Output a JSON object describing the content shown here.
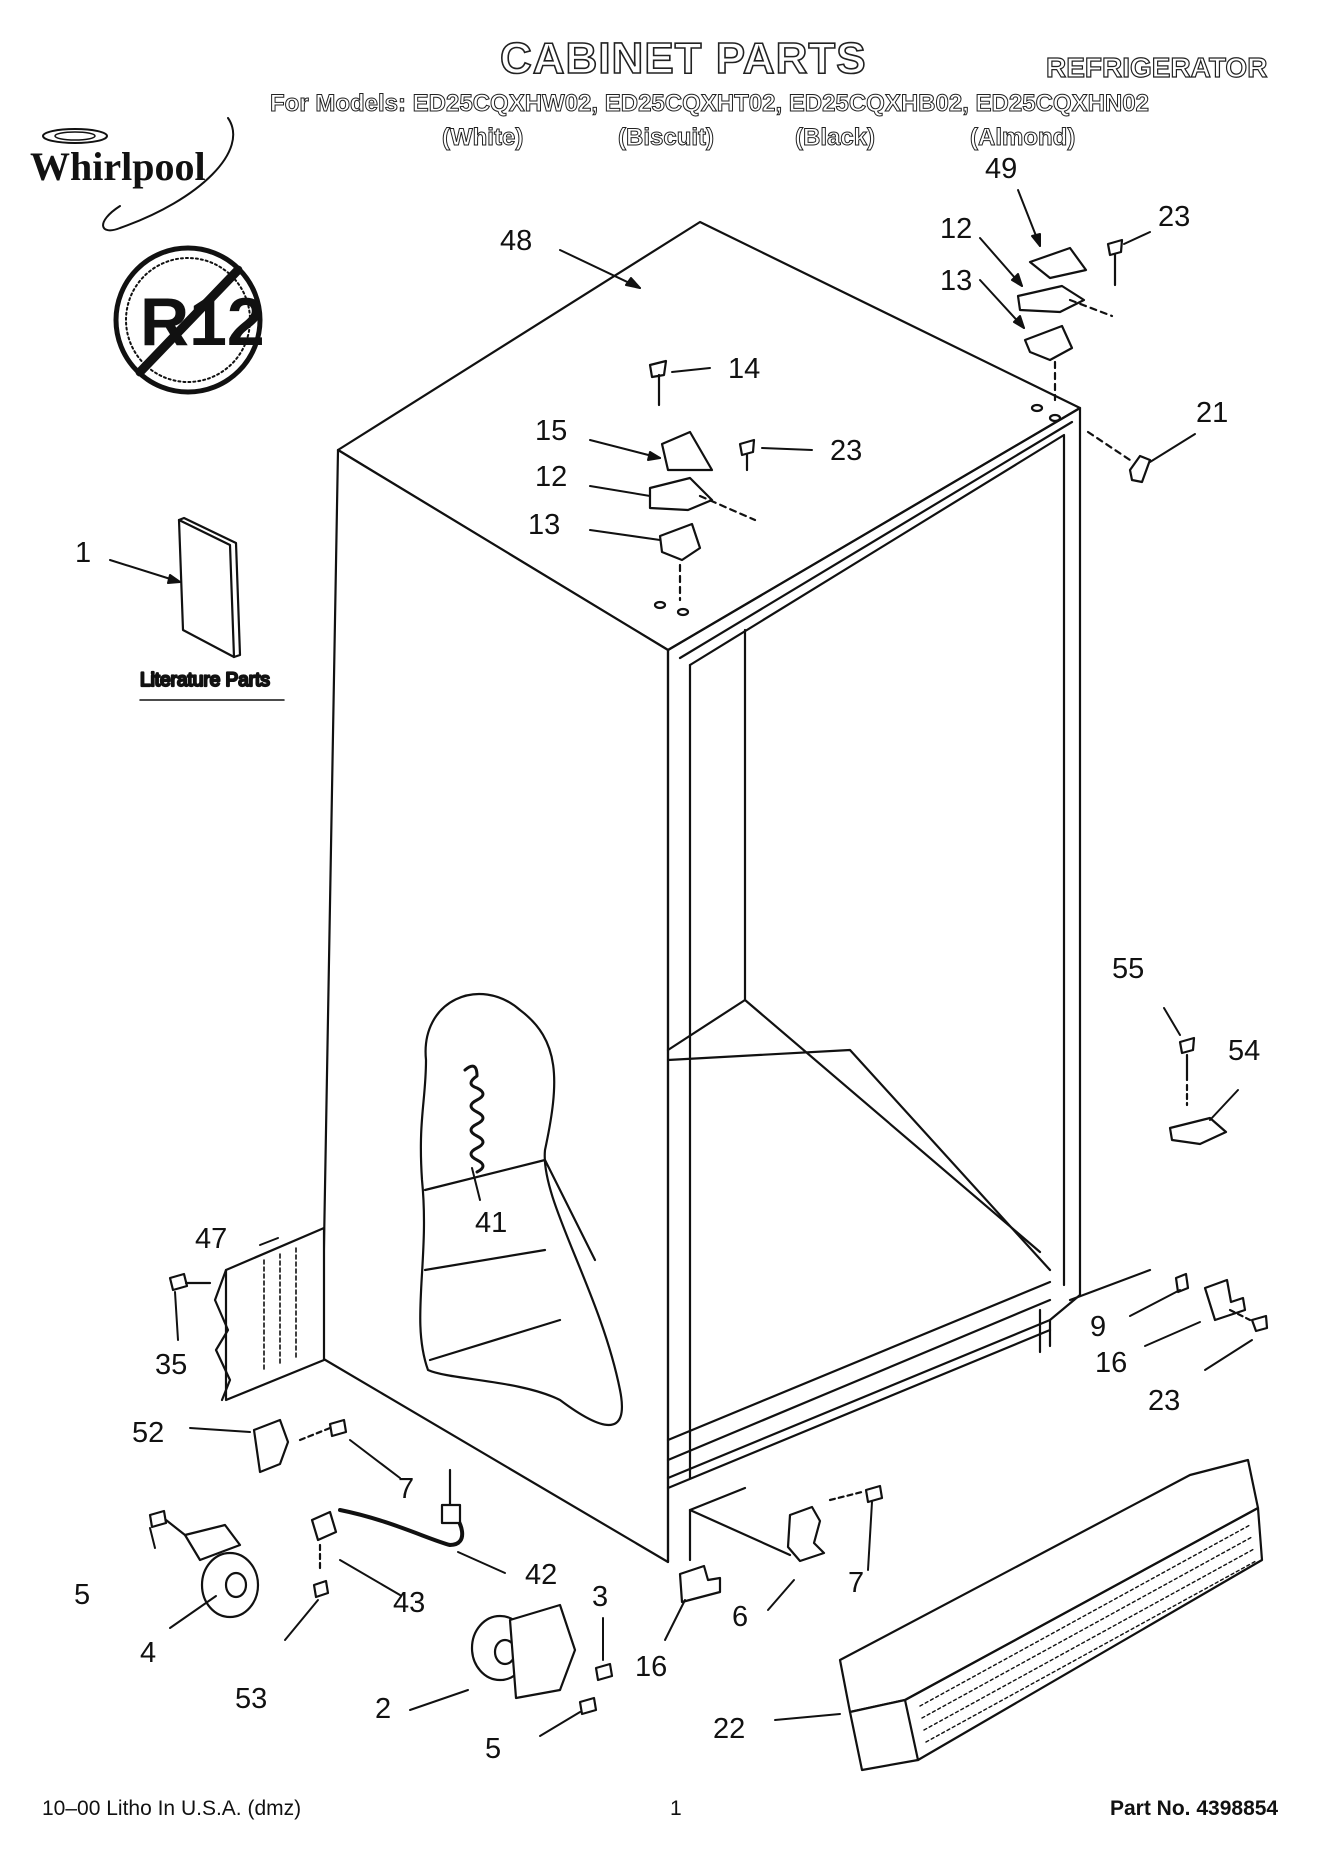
{
  "header": {
    "title": "CABINET PARTS",
    "appliance_type": "REFRIGERATOR",
    "models_line": "For Models: ED25CQXHW02, ED25CQXHT02, ED25CQXHB02, ED25CQXHN02",
    "colors": [
      "(White)",
      "(Biscuit)",
      "(Black)",
      "(Almond)"
    ],
    "brand": "Whirlpool",
    "refrigerant_badge": "R12"
  },
  "literature_label": "Literature Parts",
  "callouts": {
    "c1": "1",
    "c2": "2",
    "c3": "3",
    "c4": "4",
    "c5a": "5",
    "c5b": "5",
    "c6": "6",
    "c7a": "7",
    "c7b": "7",
    "c9": "9",
    "c12a": "12",
    "c12b": "12",
    "c13a": "13",
    "c13b": "13",
    "c14": "14",
    "c15": "15",
    "c16a": "16",
    "c16b": "16",
    "c21": "21",
    "c22": "22",
    "c23a": "23",
    "c23b": "23",
    "c23c": "23",
    "c35": "35",
    "c41": "41",
    "c42": "42",
    "c43": "43",
    "c47": "47",
    "c48": "48",
    "c49": "49",
    "c52": "52",
    "c53": "53",
    "c54": "54",
    "c55": "55"
  },
  "footer": {
    "print_info": "10–00 Litho In U.S.A. (dmz)",
    "page_number": "1",
    "part_number": "Part No. 4398854"
  }
}
